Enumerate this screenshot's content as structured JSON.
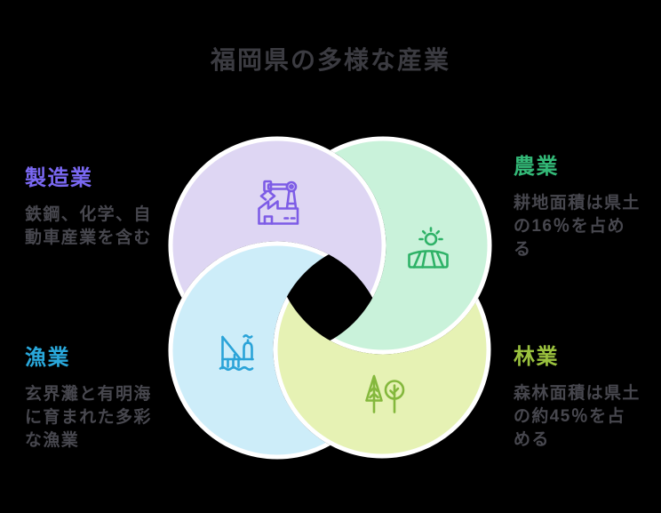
{
  "title": "福岡県の多様な産業",
  "colors": {
    "background": "#000000",
    "title_text": "#3b3b41",
    "desc_text": "#47474e",
    "circle_border": "#ffffff"
  },
  "industries": [
    {
      "id": "manufacturing",
      "label": "製造業",
      "desc_lines": [
        "鉄鋼、化学、自",
        "動車産業を含む"
      ],
      "accent_color": "#7a68f2",
      "icon_color": "#7d5ce6",
      "circle_color": "#ded6f3",
      "icon": "factory-icon",
      "position": "top-left"
    },
    {
      "id": "agriculture",
      "label": "農業",
      "desc_lines": [
        "耕地面積は県土",
        "の16％を占め",
        "る"
      ],
      "accent_color": "#33b877",
      "icon_color": "#2eb267",
      "circle_color": "#c9f2da",
      "icon": "sun-over-field-icon",
      "position": "top-right"
    },
    {
      "id": "fishery",
      "label": "漁業",
      "desc_lines": [
        "玄界灘と有明海",
        "に育まれた多彩",
        "な漁業"
      ],
      "accent_color": "#29a7da",
      "icon_color": "#2aa3d8",
      "circle_color": "#cdedf9",
      "icon": "fishing-boat-icon",
      "position": "bottom-left"
    },
    {
      "id": "forestry",
      "label": "林業",
      "desc_lines": [
        "森林面積は県土",
        "の約45％を占",
        "める"
      ],
      "accent_color": "#9ac13e",
      "icon_color": "#84b83d",
      "circle_color": "#e6f2b4",
      "icon": "trees-icon",
      "position": "bottom-right"
    }
  ]
}
